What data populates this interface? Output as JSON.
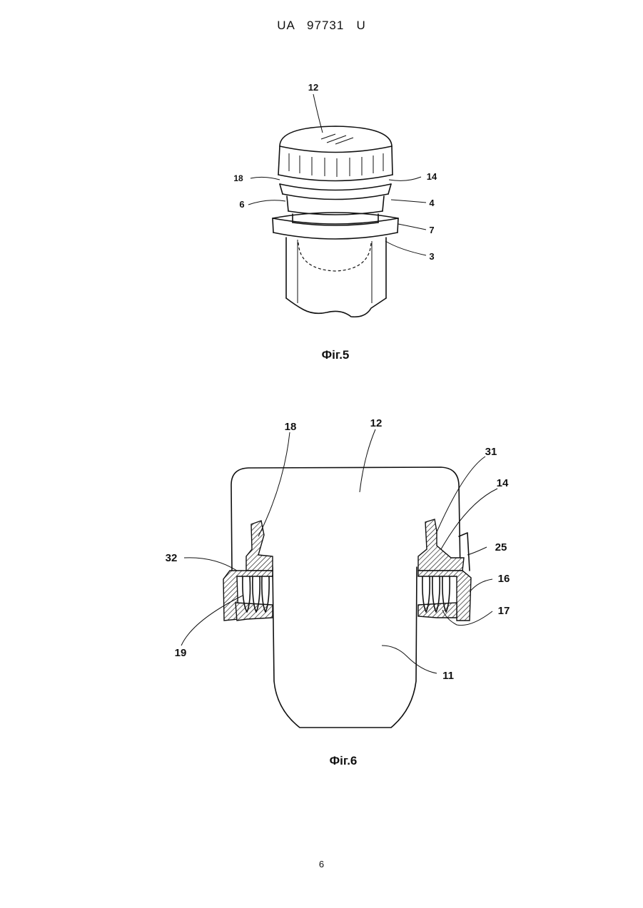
{
  "header": {
    "doc_number": "UA   97731   U"
  },
  "footer": {
    "page_number": "6"
  },
  "figure5": {
    "caption": "Фіг.5",
    "labels": {
      "l12": "12",
      "l18": "18",
      "l14": "14",
      "l6": "6",
      "l4": "4",
      "l7": "7",
      "l3": "3"
    }
  },
  "figure6": {
    "caption": "Фіг.6",
    "labels": {
      "l18": "18",
      "l12": "12",
      "l31": "31",
      "l14": "14",
      "l32": "32",
      "l25": "25",
      "l16": "16",
      "l17": "17",
      "l19": "19",
      "l11": "11"
    }
  }
}
